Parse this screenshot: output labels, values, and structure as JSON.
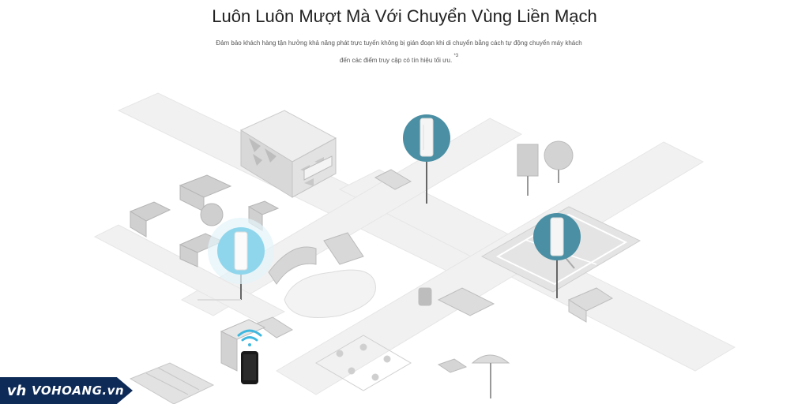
{
  "header": {
    "title": "Luôn Luôn Mượt Mà Với Chuyển Vùng Liền Mạch",
    "description_line1": "Đảm bảo khách hàng tận hưởng khả năng phát trực tuyến không bị gián đoạn khi di chuyển bằng cách tự động chuyển máy khách",
    "description_line2": "đến các điểm truy cập có tín hiệu tối ưu.",
    "footnote": "*3"
  },
  "watermark": {
    "logo_text": "vh",
    "site": "VOHOANG.vn"
  },
  "colors": {
    "access_point_bg": "#4a8fa3",
    "access_point_active": "#8fd6ec",
    "road": "#f0f0f0",
    "block": "#e2e2e2",
    "brand_bg": "#0e2b57"
  },
  "icons": [
    "access-point-icon",
    "wifi-icon",
    "smartphone-icon",
    "tree-icon",
    "bench-icon",
    "umbrella-icon"
  ]
}
